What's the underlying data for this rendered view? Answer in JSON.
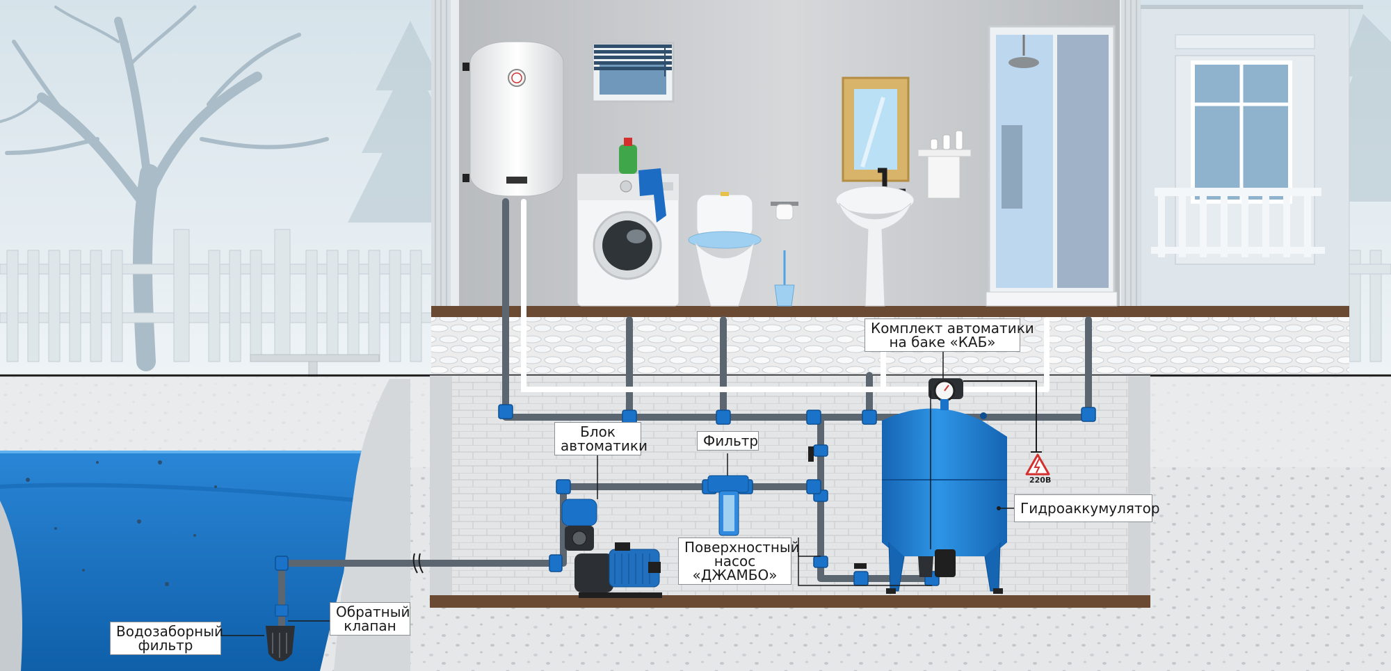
{
  "labels": {
    "kab_kit": {
      "line1": "Комплект автоматики",
      "line2": "на баке «КАБ»"
    },
    "automation_block": {
      "line1": "Блок",
      "line2": "автоматики"
    },
    "filter": {
      "line1": "Фильтр"
    },
    "accumulator": {
      "line1": "Гидроаккумулятор"
    },
    "surface_pump": {
      "line1": "Поверхностный",
      "line2": "насос",
      "line3": "«ДЖАМБО»"
    },
    "check_valve": {
      "line1": "Обратный",
      "line2": "клапан"
    },
    "intake_filter": {
      "line1": "Водозаборный",
      "line2": "фильтр"
    }
  },
  "voltage": "220В",
  "colors": {
    "pipe": "#5b6670",
    "fitting": "#1a73c9",
    "tank": "#1f82d6",
    "water": "#1d74c2",
    "house_wall": "#c9cbcd",
    "floor": "#6b4a34"
  }
}
